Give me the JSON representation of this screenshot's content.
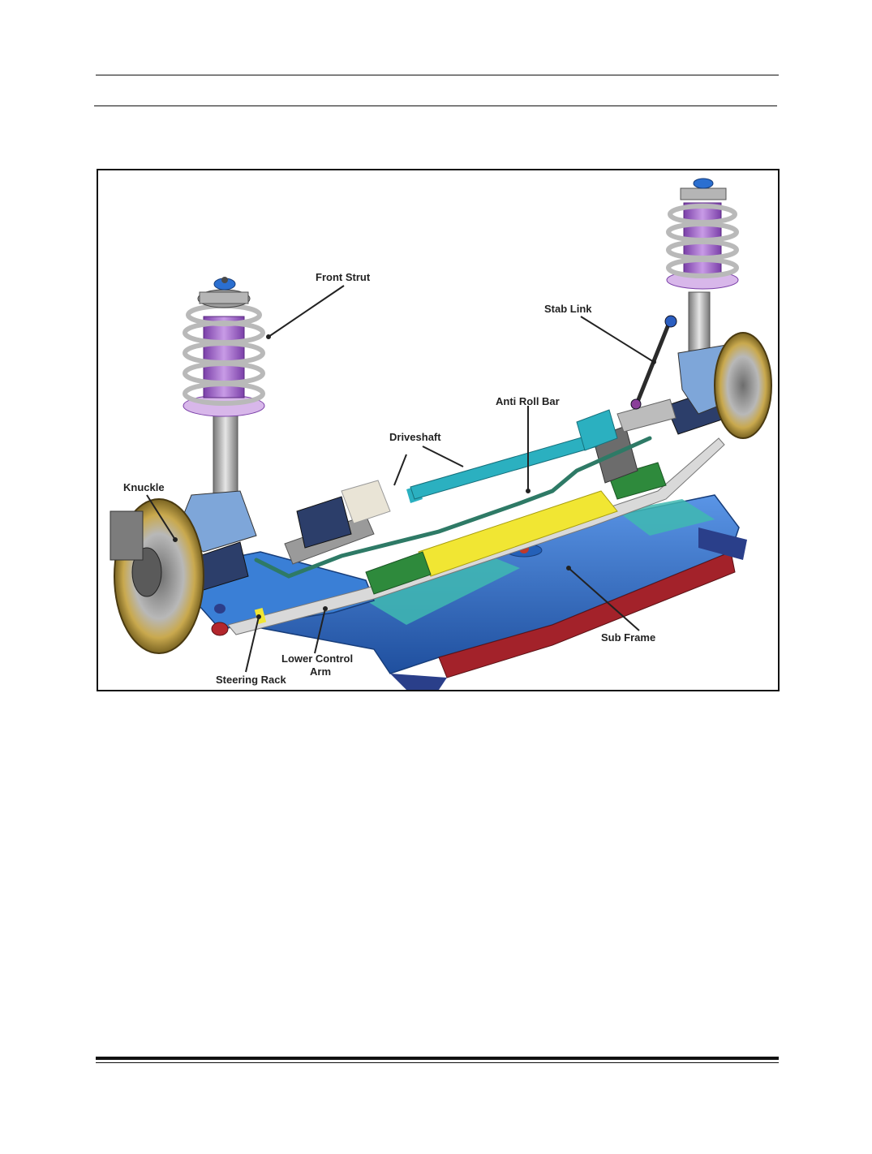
{
  "labels": {
    "front_strut": "Front Strut",
    "stab_link": "Stab Link",
    "anti_roll_bar": "Anti Roll Bar",
    "driveshaft": "Driveshaft",
    "knuckle": "Knuckle",
    "sub_frame": "Sub Frame",
    "lower_control_arm_line1": "Lower Control",
    "lower_control_arm_line2": "Arm",
    "steering_rack": "Steering Rack"
  },
  "colors": {
    "subframe": "#2f6fc9",
    "subframe_teal": "#38b5b0",
    "subframe_underside": "#b3262d",
    "spring_purple": "#9a5fc6",
    "spring_steel": "#c8c8c8",
    "rack_yellow": "#f1e633",
    "boot_green": "#2e8a3c",
    "driveshaft_teal": "#2bb0c0",
    "rotor_gold": "#b59a45",
    "leader_line": "#222222"
  }
}
